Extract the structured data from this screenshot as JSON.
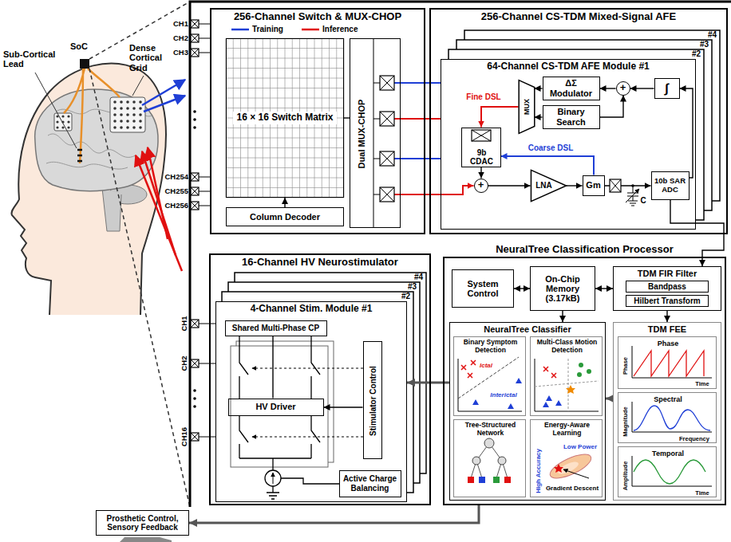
{
  "diagram": {
    "nodes": [
      {
        "text": [
          "256-Channel Switch & MUX-CHOP"
        ]
      },
      {
        "text": [
          "16 × 16 Switch Matrix"
        ],
        "in": 0
      },
      {
        "text": [
          "Column Decoder"
        ],
        "in": 0
      },
      {
        "text": [
          "Dual MUX-CHOP"
        ],
        "in": 0
      },
      {
        "text": [
          "256-Channel CS-TDM Mixed-Signal AFE"
        ]
      },
      {
        "text": [
          "64-Channel CS-TDM AFE Module #1"
        ],
        "in": 4
      },
      {
        "text": [
          "ΔΣ Modulator"
        ],
        "in": 5
      },
      {
        "text": [
          "Binary Search"
        ],
        "in": 5
      },
      {
        "text": [
          "9b CDAC"
        ],
        "in": 5
      },
      {
        "text": [
          "LNA"
        ],
        "in": 5
      },
      {
        "text": [
          "Gm"
        ],
        "in": 5
      },
      {
        "text": [
          "10b SAR ADC"
        ],
        "in": 5
      },
      {
        "text": [
          "MUX"
        ],
        "in": 5
      },
      {
        "text": [
          "∫"
        ],
        "in": 5
      },
      {
        "text": [
          "+"
        ],
        "in": 5
      },
      {
        "text": [
          "+"
        ],
        "in": 5
      },
      {
        "text": [
          "16-Channel HV Neurostimulator"
        ]
      },
      {
        "text": [
          "4-Channel Stim. Module #1"
        ],
        "in": 16
      },
      {
        "text": [
          "Shared Multi-Phase CP"
        ],
        "in": 17
      },
      {
        "text": [
          "HV Driver"
        ],
        "in": 17
      },
      {
        "text": [
          "Stimulator Control"
        ],
        "in": 17
      },
      {
        "text": [
          "Active Charge Balancing"
        ],
        "in": 17
      },
      {
        "text": [
          "NeuralTree Classification Processor"
        ]
      },
      {
        "text": [
          "System Control"
        ],
        "in": 22
      },
      {
        "text": [
          "On-Chip Memory (3.17kB)"
        ],
        "in": 22
      },
      {
        "text": [
          "TDM FIR Filter"
        ],
        "in": 22
      },
      {
        "text": [
          "Bandpass"
        ],
        "in": 25
      },
      {
        "text": [
          "Hilbert Transform"
        ],
        "in": 25
      },
      {
        "text": [
          "NeuralTree Classifier"
        ],
        "in": 22
      },
      {
        "text": [
          "Binary Symptom Detection",
          "Ictal",
          "Interictal"
        ],
        "in": 28
      },
      {
        "text": [
          "Multi-Class Motion Detection"
        ],
        "in": 28
      },
      {
        "text": [
          "Tree-Structured Network"
        ],
        "in": 28
      },
      {
        "text": [
          "Energy-Aware Learning",
          "Low Power",
          "High Accuracy",
          "Gradient Descent"
        ],
        "in": 28
      },
      {
        "text": [
          "TDM FEE"
        ],
        "in": 22
      },
      {
        "text": [
          "Phase",
          "Phase",
          "Time"
        ],
        "in": 33
      },
      {
        "text": [
          "Spectral",
          "Magnitude",
          "Frequency"
        ],
        "in": 33
      },
      {
        "text": [
          "Temporal",
          "Amplitude",
          "Time"
        ],
        "in": 33
      },
      {
        "text": [
          "Prosthetic Control, Sensory Feedback"
        ]
      }
    ],
    "edges": [
      {
        "from": 1,
        "to": 3,
        "arrow": "none"
      },
      {
        "from": 2,
        "to": 1,
        "arrow": "to"
      },
      {
        "from": 3,
        "to": 15,
        "arrow": "to"
      },
      {
        "from": 13,
        "to": 14,
        "arrow": "to"
      },
      {
        "from": 7,
        "to": 14,
        "arrow": "to"
      },
      {
        "from": 14,
        "to": 6,
        "arrow": "to"
      },
      {
        "from": 6,
        "to": 12,
        "arrow": "to"
      },
      {
        "from": 7,
        "to": 12,
        "arrow": "to"
      },
      {
        "from": 12,
        "to": 8,
        "label": "Fine DSL",
        "arrow": "to"
      },
      {
        "from": 8,
        "to": 15,
        "arrow": "to"
      },
      {
        "from": 15,
        "to": 9,
        "arrow": "to"
      },
      {
        "from": 9,
        "to": 10,
        "arrow": "to"
      },
      {
        "from": 10,
        "to": 11,
        "arrow": "to"
      },
      {
        "from": 11,
        "to": 13,
        "arrow": "to"
      },
      {
        "from": 10,
        "to": 8,
        "label": "Coarse DSL",
        "arrow": "to"
      },
      {
        "from": 11,
        "to": 25,
        "arrow": "to"
      },
      {
        "from": 23,
        "to": 24,
        "arrow": "both"
      },
      {
        "from": 24,
        "to": 25,
        "arrow": "both"
      },
      {
        "from": 24,
        "to": 28,
        "arrow": "to"
      },
      {
        "from": 25,
        "to": 33,
        "arrow": "to"
      },
      {
        "from": 33,
        "to": 28,
        "arrow": "to"
      },
      {
        "from": 28,
        "to": 17,
        "arrow": "to"
      },
      {
        "from": 18,
        "to": 19,
        "arrow": "none"
      },
      {
        "from": 20,
        "to": 19,
        "arrow": "to"
      },
      {
        "from": 22,
        "to": 37,
        "arrow": "to"
      }
    ],
    "labels": [
      "Sub-Cortical Lead",
      "SoC",
      "Dense Cortical Grid",
      "CH1",
      "CH2",
      "CH3",
      "CH254",
      "CH255",
      "CH256",
      "#4",
      "#3",
      "#2",
      "C",
      "CH1",
      "CH2",
      "CH16",
      "#4",
      "#3",
      "#2"
    ],
    "legend": [
      {
        "text": "Training"
      },
      {
        "text": "Inference"
      }
    ]
  }
}
